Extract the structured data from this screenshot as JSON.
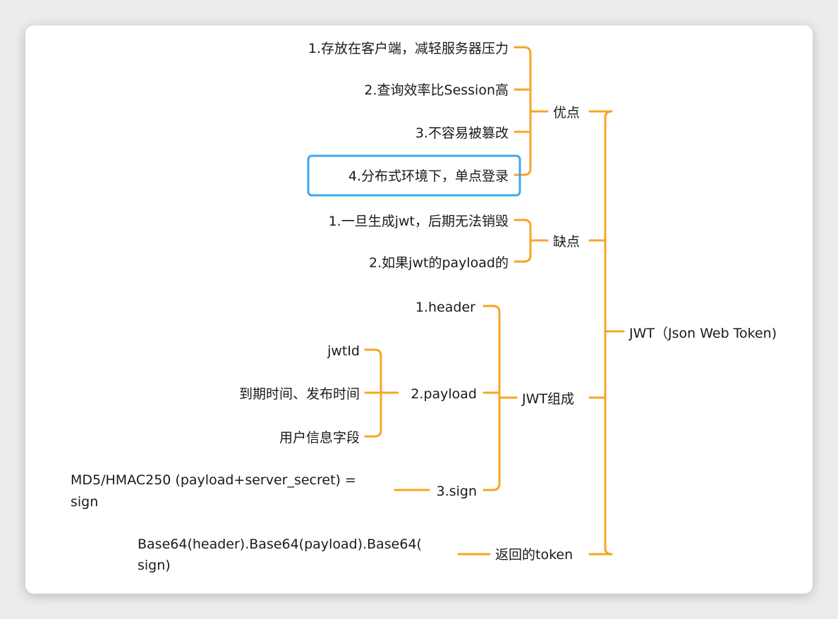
{
  "colors": {
    "branch": "#f6a623",
    "selection": "#3aa9ee",
    "text": "#1a1a1a",
    "canvas": "#ffffff"
  },
  "mindmap": {
    "root": "JWT（Json Web Token)",
    "pros": {
      "label": "优点",
      "items": [
        "1.存放在客户端，减轻服务器压力",
        "2.查询效率比Session高",
        "3.不容易被篡改",
        "4.分布式环境下，单点登录"
      ]
    },
    "cons": {
      "label": "缺点",
      "items": [
        "1.一旦生成jwt，后期无法销毁",
        "2.如果jwt的payload的"
      ]
    },
    "composition": {
      "label": "JWT组成",
      "header": "1.header",
      "payload": {
        "label": "2.payload",
        "items": [
          "jwtId",
          "到期时间、发布时间",
          "用户信息字段"
        ]
      },
      "sign": {
        "label": "3.sign",
        "detail_lines": [
          "MD5/HMAC250 (payload+server_secret) =",
          "sign"
        ]
      }
    },
    "token": {
      "label": "返回的token",
      "detail_lines": [
        "Base64(header).Base64(payload).Base64(",
        "sign)"
      ]
    }
  }
}
